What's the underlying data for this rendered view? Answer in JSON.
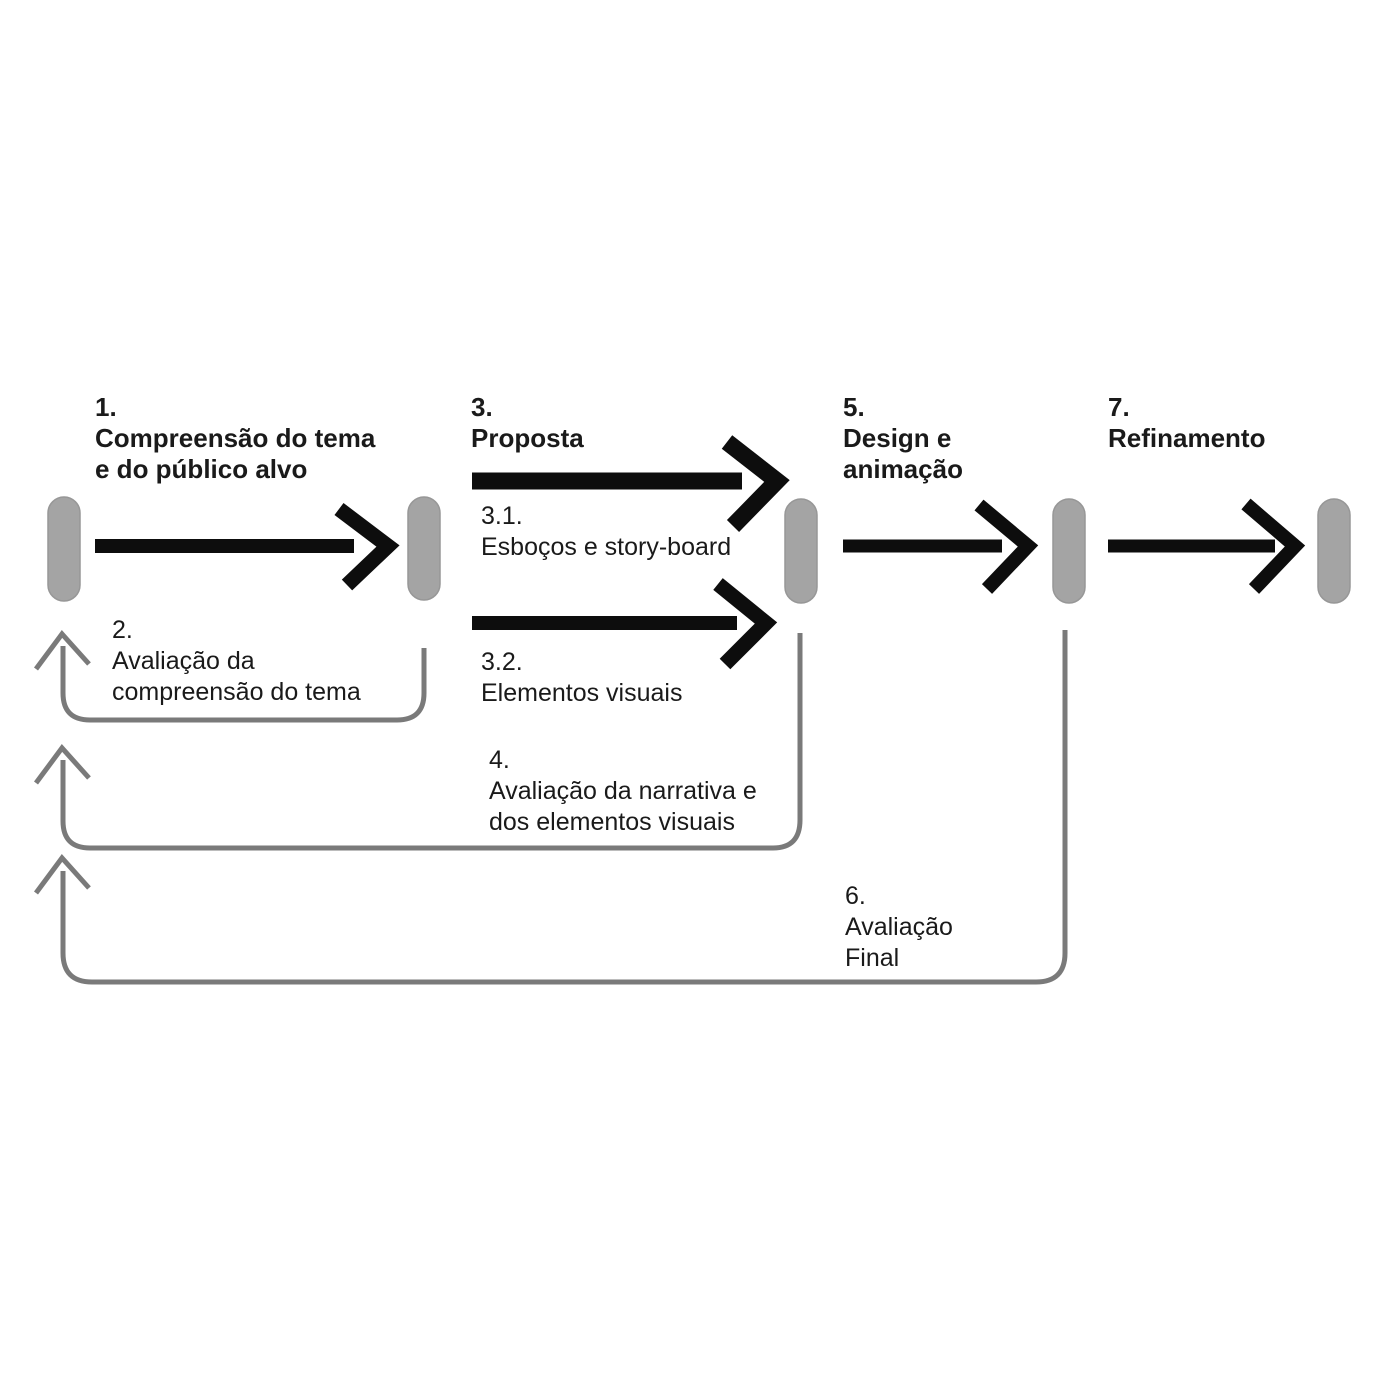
{
  "diagram": {
    "kind": "process-flow",
    "language": "pt",
    "colors": {
      "background": "#ffffff",
      "node_fill": "#a4a4a4",
      "node_edge": "#979797",
      "forward_arrow": "#0d0d0d",
      "feedback_arrow": "#7a7a7a",
      "text": "#1a1a1a"
    },
    "labels": {
      "step1": {
        "lines": [
          "1.",
          "Compreensão do tema",
          "e do público alvo"
        ]
      },
      "step2": {
        "lines": [
          "2.",
          "Avaliação da",
          "compreensão do tema"
        ]
      },
      "step3": {
        "lines": [
          "3.",
          "Proposta"
        ]
      },
      "step31": {
        "lines": [
          "3.1.",
          "Esboços e story-board"
        ]
      },
      "step32": {
        "lines": [
          "3.2.",
          "Elementos visuais"
        ]
      },
      "step4": {
        "lines": [
          "4.",
          "Avaliação da narrativa e",
          "dos elementos visuais"
        ]
      },
      "step5": {
        "lines": [
          "5.",
          "Design e",
          "animação"
        ]
      },
      "step6": {
        "lines": [
          "6.",
          "Avaliação",
          "Final"
        ]
      },
      "step7": {
        "lines": [
          "7.",
          "Refinamento"
        ]
      }
    },
    "nodes": [
      "milestone-1",
      "milestone-2",
      "milestone-3",
      "milestone-4",
      "milestone-5"
    ],
    "forward_edges": [
      {
        "from": "milestone-1",
        "to": "milestone-2",
        "label_ref": "step1"
      },
      {
        "from": "milestone-2",
        "to": "milestone-3",
        "label_ref": "step3 / step31"
      },
      {
        "from": "milestone-2",
        "to": "milestone-3",
        "label_ref": "step32"
      },
      {
        "from": "milestone-3",
        "to": "milestone-4",
        "label_ref": "step5"
      },
      {
        "from": "milestone-4",
        "to": "milestone-5",
        "label_ref": "step7"
      }
    ],
    "feedback_edges": [
      {
        "from": "milestone-2",
        "to": "milestone-1",
        "label_ref": "step2"
      },
      {
        "from": "milestone-3",
        "to": "milestone-1",
        "label_ref": "step4"
      },
      {
        "from": "milestone-4",
        "to": "milestone-1",
        "label_ref": "step6"
      }
    ]
  }
}
